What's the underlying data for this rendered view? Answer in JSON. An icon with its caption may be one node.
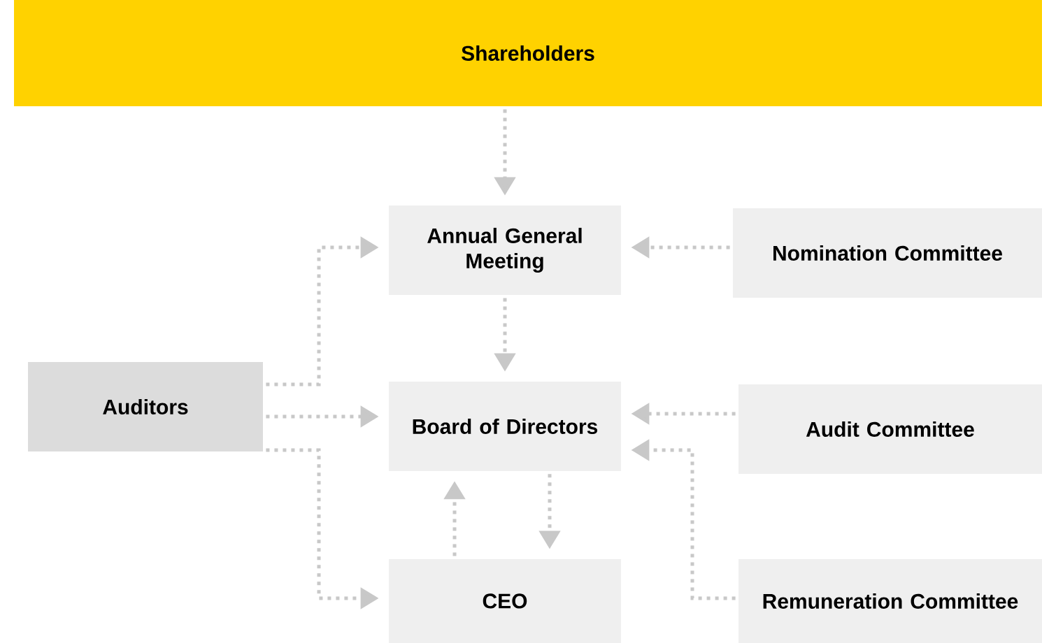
{
  "diagram": {
    "nodes": [
      {
        "text": [
          "Shareholders"
        ]
      },
      {
        "text": [
          "Annual General Meeting"
        ]
      },
      {
        "text": [
          "Nomination Committee"
        ]
      },
      {
        "text": [
          "Auditors"
        ]
      },
      {
        "text": [
          "Board of Directors"
        ]
      },
      {
        "text": [
          "Audit Committee"
        ]
      },
      {
        "text": [
          "CEO"
        ]
      },
      {
        "text": [
          "Remuneration Committee"
        ]
      }
    ],
    "edges": [
      {
        "from": 0,
        "to": 1,
        "arrow": "to"
      },
      {
        "from": 2,
        "to": 1,
        "arrow": "to"
      },
      {
        "from": 3,
        "to": 1,
        "arrow": "to"
      },
      {
        "from": 3,
        "to": 4,
        "arrow": "to"
      },
      {
        "from": 3,
        "to": 6,
        "arrow": "to"
      },
      {
        "from": 1,
        "to": 4,
        "arrow": "to"
      },
      {
        "from": 4,
        "to": 6,
        "arrow": "to"
      },
      {
        "from": 6,
        "to": 4,
        "arrow": "to"
      },
      {
        "from": 5,
        "to": 4,
        "arrow": "to"
      },
      {
        "from": 7,
        "to": 4,
        "arrow": "to"
      }
    ]
  }
}
